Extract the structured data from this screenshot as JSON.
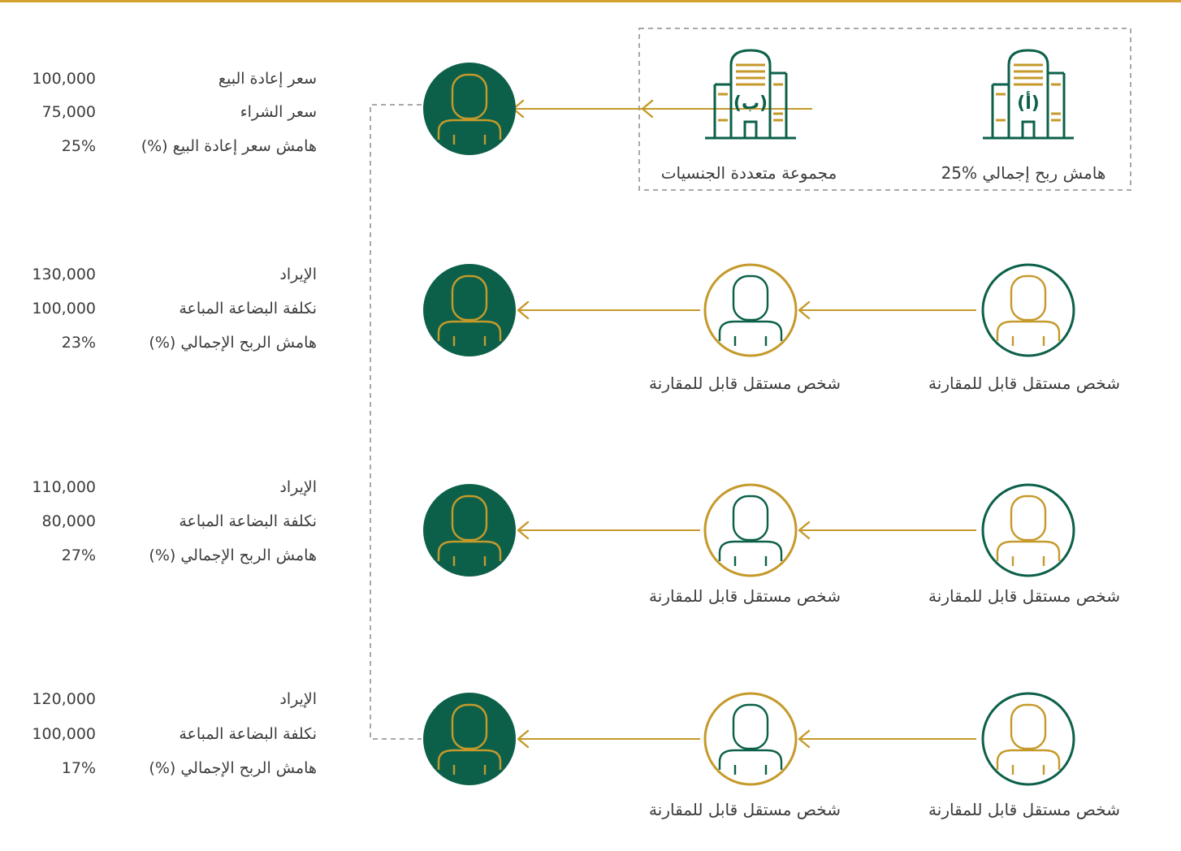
{
  "colors": {
    "green": "#0c604a",
    "gold": "#c59a2b",
    "dashed": "#a8a8a8",
    "text": "#3c3c3c",
    "top_rule": "#d4a230"
  },
  "top_group": {
    "company_a": {
      "letter": "(أ)",
      "caption": "هامش ربح إجمالي %25",
      "icon": "building-icon"
    },
    "company_b": {
      "letter": "(ب)",
      "caption": "مجموعة متعددة الجنسيات",
      "icon": "building-icon"
    }
  },
  "comparable_caption": "شخص مستقل قابل للمقارنة",
  "data_blocks": [
    {
      "rows": [
        {
          "label": "سعر إعادة البيع",
          "value": "100,000"
        },
        {
          "label": "سعر الشراء",
          "value": "75,000"
        },
        {
          "label": "هامش سعر إعادة البيع (%)",
          "value": "25%"
        }
      ]
    },
    {
      "rows": [
        {
          "label": "الإيراد",
          "value": "130,000"
        },
        {
          "label": "نكلفة البضاعة المباعة",
          "value": "100,000"
        },
        {
          "label": "هامش الربح الإجمالي (%)",
          "value": "23%"
        }
      ]
    },
    {
      "rows": [
        {
          "label": "الإيراد",
          "value": "110,000"
        },
        {
          "label": "نكلفة البضاعة المباعة",
          "value": "80,000"
        },
        {
          "label": "هامش الربح الإجمالي (%)",
          "value": "27%"
        }
      ]
    },
    {
      "rows": [
        {
          "label": "الإيراد",
          "value": "120,000"
        },
        {
          "label": "نكلفة البضاعة المباعة",
          "value": "100,000"
        },
        {
          "label": "هامش الربح الإجمالي (%)",
          "value": "17%"
        }
      ]
    }
  ]
}
